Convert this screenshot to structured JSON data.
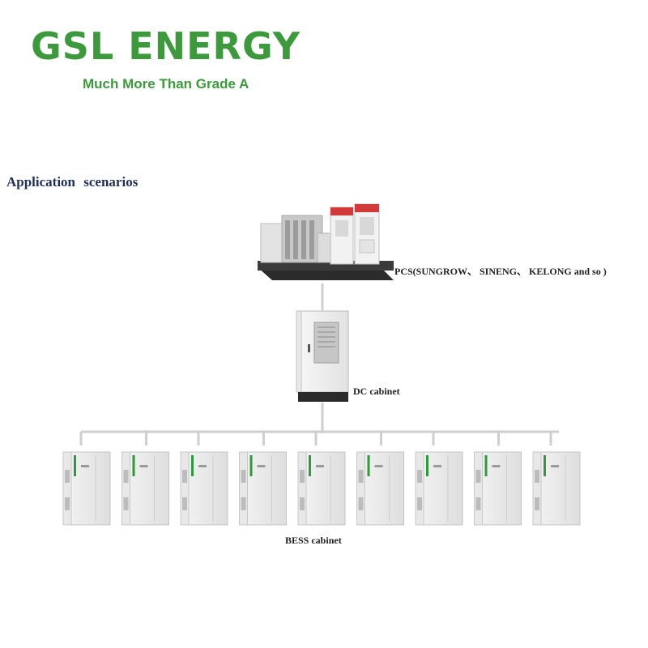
{
  "brand": {
    "name": "GSL ENERGY",
    "tagline": "Much More Than Grade A",
    "color": "#3c9a3c"
  },
  "section": {
    "title": "Application  scenarios"
  },
  "nodes": {
    "pcs": {
      "label": "PCS(SUNGROW、 SINENG、 KELONG and so )"
    },
    "dc_cabinet": {
      "label": "DC cabinet"
    },
    "bess": {
      "label": "BESS cabinet",
      "count": 9
    }
  },
  "colors": {
    "connector": "#cfcfcf",
    "cabinet_body": "#eeeeee",
    "cabinet_accent": "#2f9a3a"
  }
}
